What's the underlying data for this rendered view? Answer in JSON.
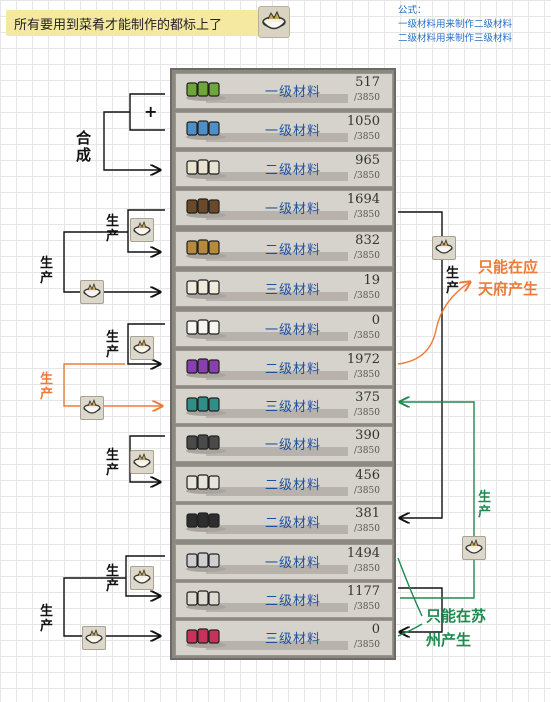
{
  "banner": {
    "text": "所有要用到菜肴才能制作的都标上了"
  },
  "formula": {
    "title": "公式：",
    "line1": "一级材料用来制作二级材料",
    "line2": "二级材料用来制作三级材料"
  },
  "table": {
    "rows": [
      {
        "level": "一级材料",
        "qty": "517",
        "cap": "/3850",
        "icon": "green-bamboo-icon"
      },
      {
        "level": "一级材料",
        "qty": "1050",
        "cap": "/3850",
        "icon": "blue-cloth-icon"
      },
      {
        "level": "二级材料",
        "qty": "965",
        "cap": "/3850",
        "icon": "bowls-icon"
      },
      {
        "level": "一级材料",
        "qty": "1694",
        "cap": "/3850",
        "icon": "wood-logs-icon"
      },
      {
        "level": "二级材料",
        "qty": "832",
        "cap": "/3850",
        "icon": "wood-planks-icon"
      },
      {
        "level": "三级材料",
        "qty": "19",
        "cap": "/3850",
        "icon": "scroll-icon"
      },
      {
        "level": "一级材料",
        "qty": "0",
        "cap": "/3850",
        "icon": "cotton-icon"
      },
      {
        "level": "二级材料",
        "qty": "1972",
        "cap": "/3850",
        "icon": "purple-fabric-icon"
      },
      {
        "level": "三级材料",
        "qty": "375",
        "cap": "/3850",
        "icon": "teal-garment-icon"
      },
      {
        "level": "一级材料",
        "qty": "390",
        "cap": "/3850",
        "icon": "stones-icon"
      },
      {
        "level": "二级材料",
        "qty": "456",
        "cap": "/3850",
        "icon": "white-jars-icon"
      },
      {
        "level": "二级材料",
        "qty": "381",
        "cap": "/3850",
        "icon": "ink-sticks-icon"
      },
      {
        "level": "一级材料",
        "qty": "1494",
        "cap": "/3850",
        "icon": "striped-fish-icon"
      },
      {
        "level": "二级材料",
        "qty": "1177",
        "cap": "/3850",
        "icon": "fish-pile-icon"
      },
      {
        "level": "三级材料",
        "qty": "0",
        "cap": "/3850",
        "icon": "red-medallion-icon"
      }
    ]
  },
  "annotations": {
    "plus": "+",
    "hecheng": "合成",
    "shengchan": "生产",
    "yingtianfu": "只能在应天府产生",
    "suzhou": "只能在苏州产生"
  },
  "colors": {
    "orange": "#f07a35",
    "green": "#1d8a4f",
    "level_text": "#1f4f9a",
    "formula_text": "#2a6fc2"
  }
}
